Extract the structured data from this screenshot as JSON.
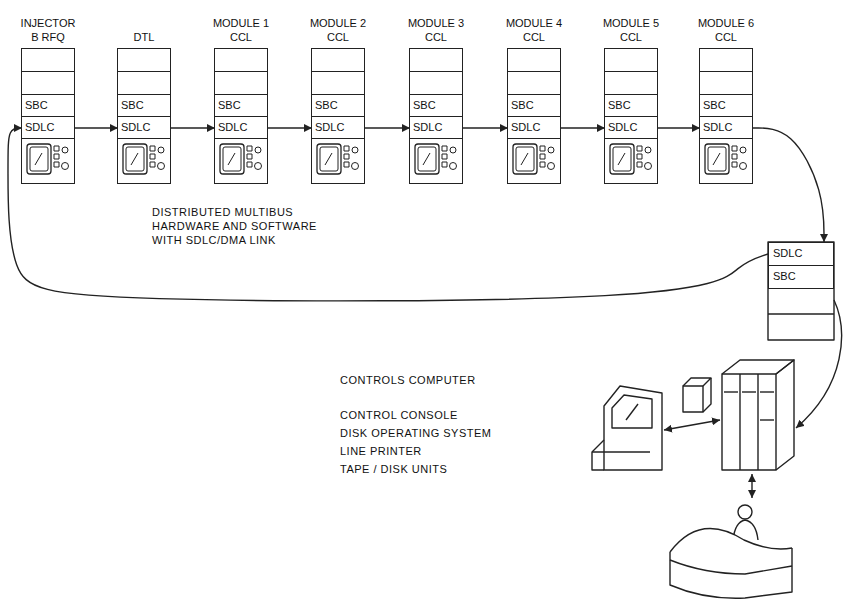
{
  "diagram": {
    "nodes": [
      {
        "text": [
          "INJECTOR B RFQ"
        ]
      },
      {
        "text": [
          "SBC"
        ],
        "in": 0
      },
      {
        "text": [
          "SDLC"
        ],
        "in": 0
      },
      {
        "text": [
          "DTL"
        ]
      },
      {
        "text": [
          "SBC"
        ],
        "in": 3
      },
      {
        "text": [
          "SDLC"
        ],
        "in": 3
      },
      {
        "text": [
          "MODULE 1 CCL"
        ]
      },
      {
        "text": [
          "SBC"
        ],
        "in": 6
      },
      {
        "text": [
          "SDLC"
        ],
        "in": 6
      },
      {
        "text": [
          "MODULE 2 CCL"
        ]
      },
      {
        "text": [
          "SBC"
        ],
        "in": 9
      },
      {
        "text": [
          "SDLC"
        ],
        "in": 9
      },
      {
        "text": [
          "MODULE 3 CCL"
        ]
      },
      {
        "text": [
          "SBC"
        ],
        "in": 12
      },
      {
        "text": [
          "SDLC"
        ],
        "in": 12
      },
      {
        "text": [
          "MODULE 4 CCL"
        ]
      },
      {
        "text": [
          "SBC"
        ],
        "in": 15
      },
      {
        "text": [
          "SDLC"
        ],
        "in": 15
      },
      {
        "text": [
          "MODULE 5 CCL"
        ]
      },
      {
        "text": [
          "SBC"
        ],
        "in": 18
      },
      {
        "text": [
          "SDLC"
        ],
        "in": 18
      },
      {
        "text": [
          "MODULE 6 CCL"
        ]
      },
      {
        "text": [
          "SBC"
        ],
        "in": 21
      },
      {
        "text": [
          "SDLC"
        ],
        "in": 21
      },
      {
        "text": [
          "SDLC"
        ]
      },
      {
        "text": [
          "SBC"
        ]
      }
    ],
    "edges": [
      {
        "from": 2,
        "to": 5,
        "arrow": "to"
      },
      {
        "from": 5,
        "to": 8,
        "arrow": "to"
      },
      {
        "from": 8,
        "to": 11,
        "arrow": "to"
      },
      {
        "from": 11,
        "to": 14,
        "arrow": "to"
      },
      {
        "from": 14,
        "to": 17,
        "arrow": "to"
      },
      {
        "from": 17,
        "to": 20,
        "arrow": "to"
      },
      {
        "from": 20,
        "to": 23,
        "arrow": "to"
      },
      {
        "from": 23,
        "to": 24,
        "arrow": "to"
      },
      {
        "from": 24,
        "to": 2,
        "arrow": "to"
      }
    ],
    "labels": [
      "DISTRIBUTED MULTIBUS HARDWARE AND SOFTWARE WITH SDLC/DMA LINK",
      "CONTROLS COMPUTER",
      "CONTROL CONSOLE",
      "DISK OPERATING SYSTEM",
      "LINE PRINTER",
      "TAPE / DISK UNITS"
    ]
  }
}
